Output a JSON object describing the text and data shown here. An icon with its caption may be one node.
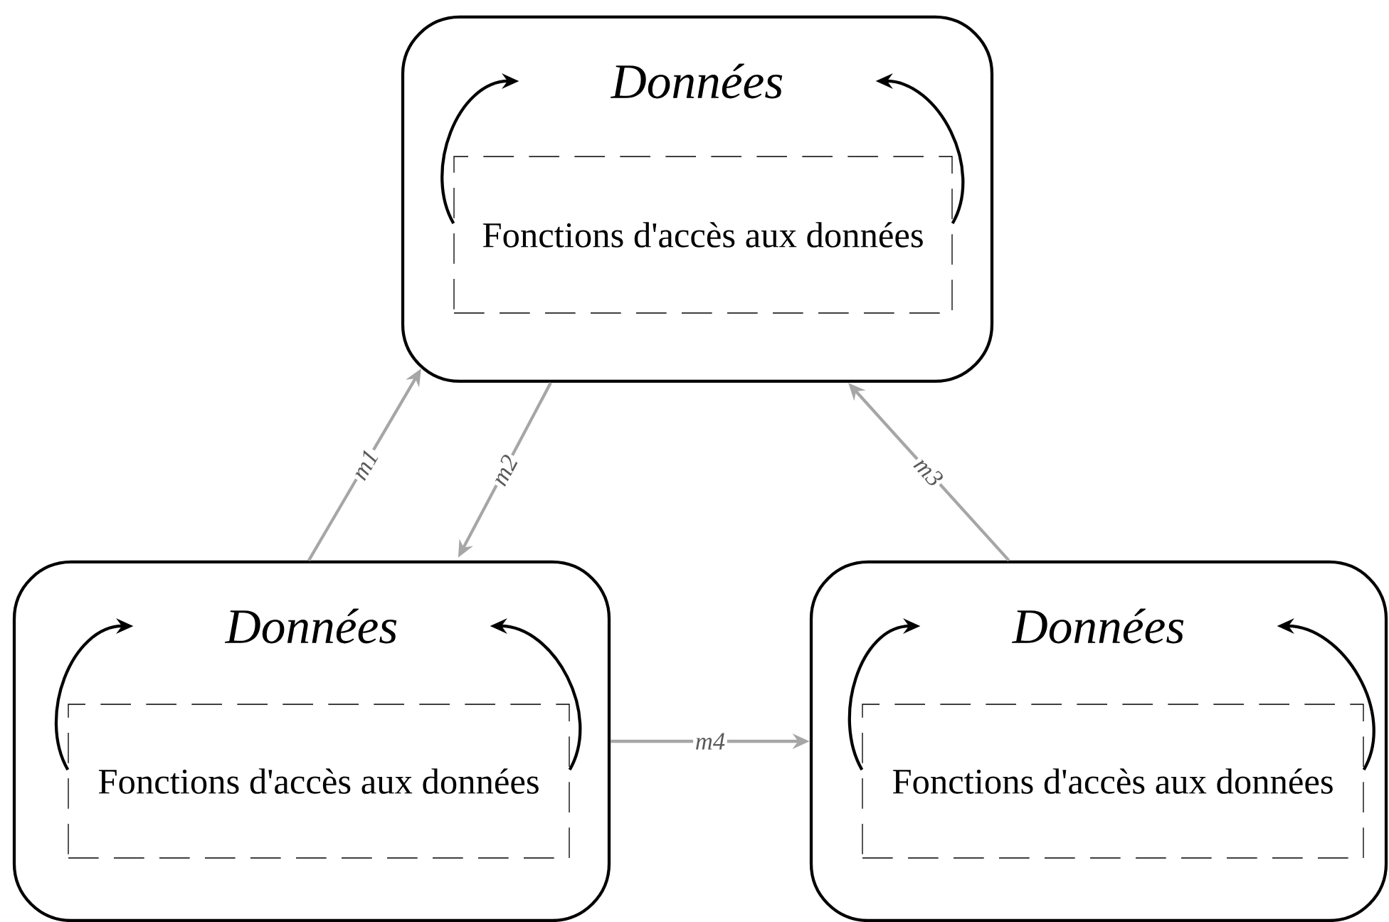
{
  "diagram": {
    "nodes": [
      {
        "text": [
          "Données"
        ]
      },
      {
        "text": [
          "Fonctions d'accès aux données"
        ],
        "in": 0
      },
      {
        "text": [
          "Données"
        ]
      },
      {
        "text": [
          "Fonctions d'accès aux données"
        ],
        "in": 2
      },
      {
        "text": [
          "Données"
        ]
      },
      {
        "text": [
          "Fonctions d'accès aux données"
        ],
        "in": 4
      }
    ],
    "edges": [
      {
        "from": 1,
        "to": 0,
        "arrow": "to"
      },
      {
        "from": 1,
        "to": 0,
        "arrow": "to"
      },
      {
        "from": 3,
        "to": 2,
        "arrow": "to"
      },
      {
        "from": 3,
        "to": 2,
        "arrow": "to"
      },
      {
        "from": 5,
        "to": 4,
        "arrow": "to"
      },
      {
        "from": 5,
        "to": 4,
        "arrow": "to"
      },
      {
        "from": 2,
        "to": 0,
        "arrow": "to",
        "label": "m1",
        "color": "#a6a6a6"
      },
      {
        "from": 0,
        "to": 2,
        "arrow": "to",
        "label": "m2",
        "color": "#a6a6a6"
      },
      {
        "from": 4,
        "to": 0,
        "arrow": "to",
        "label": "m3",
        "color": "#a6a6a6"
      },
      {
        "from": 2,
        "to": 4,
        "arrow": "to",
        "label": "m4",
        "color": "#a6a6a6"
      }
    ]
  }
}
